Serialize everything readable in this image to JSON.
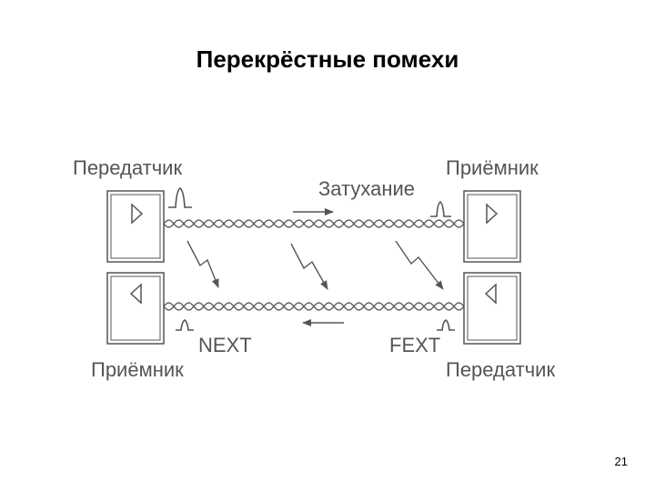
{
  "title": "Перекрёстные помехи",
  "labels": {
    "transmitter_top_left": "Передатчик",
    "receiver_top_right": "Приёмник",
    "attenuation": "Затухание",
    "next": "NEXT",
    "fext": "FEXT",
    "receiver_bottom_left": "Приёмник",
    "transmitter_bottom_right": "Передатчик"
  },
  "page_number": "21",
  "colors": {
    "stroke": "#555555",
    "text": "#555555",
    "title": "#000000"
  }
}
